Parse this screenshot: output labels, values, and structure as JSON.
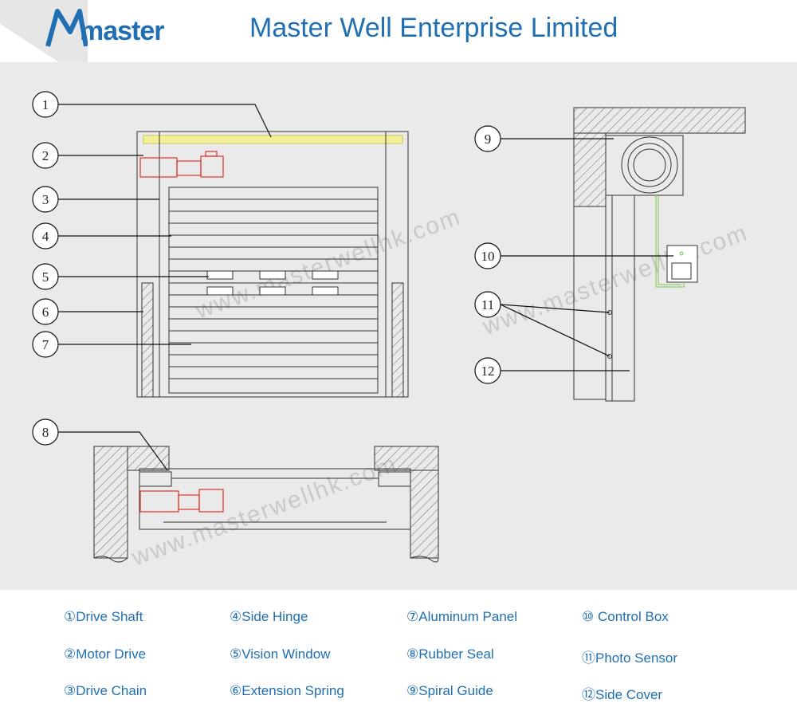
{
  "header": {
    "logo_text": "master",
    "title": "Master Well Enterprise Limited"
  },
  "watermark": "www.masterwellhk.com",
  "callouts": [
    "1",
    "2",
    "3",
    "4",
    "5",
    "6",
    "7",
    "8",
    "9",
    "10",
    "11",
    "12"
  ],
  "legend": [
    {
      "marker": "①",
      "label": "Drive Shaft"
    },
    {
      "marker": "②",
      "label": "Motor Drive"
    },
    {
      "marker": "③",
      "label": "Drive Chain"
    },
    {
      "marker": "④",
      "label": "Side Hinge"
    },
    {
      "marker": "⑤",
      "label": "Vision Window"
    },
    {
      "marker": "⑥",
      "label": "Extension Spring"
    },
    {
      "marker": "⑦",
      "label": "Aluminum Panel"
    },
    {
      "marker": "⑧",
      "label": "Rubber Seal"
    },
    {
      "marker": "⑨",
      "label": "Spiral Guide"
    },
    {
      "marker": "⑩",
      "label": " Control Box"
    },
    {
      "marker": "⑪",
      "label": "Photo Sensor"
    },
    {
      "marker": "⑫",
      "label": "Side Cover"
    }
  ],
  "colors": {
    "brand_blue": "#1f6fb2",
    "motor_red": "#e0322a",
    "shaft_yellow": "#e8e25a",
    "wire_green": "#7cc24a"
  }
}
